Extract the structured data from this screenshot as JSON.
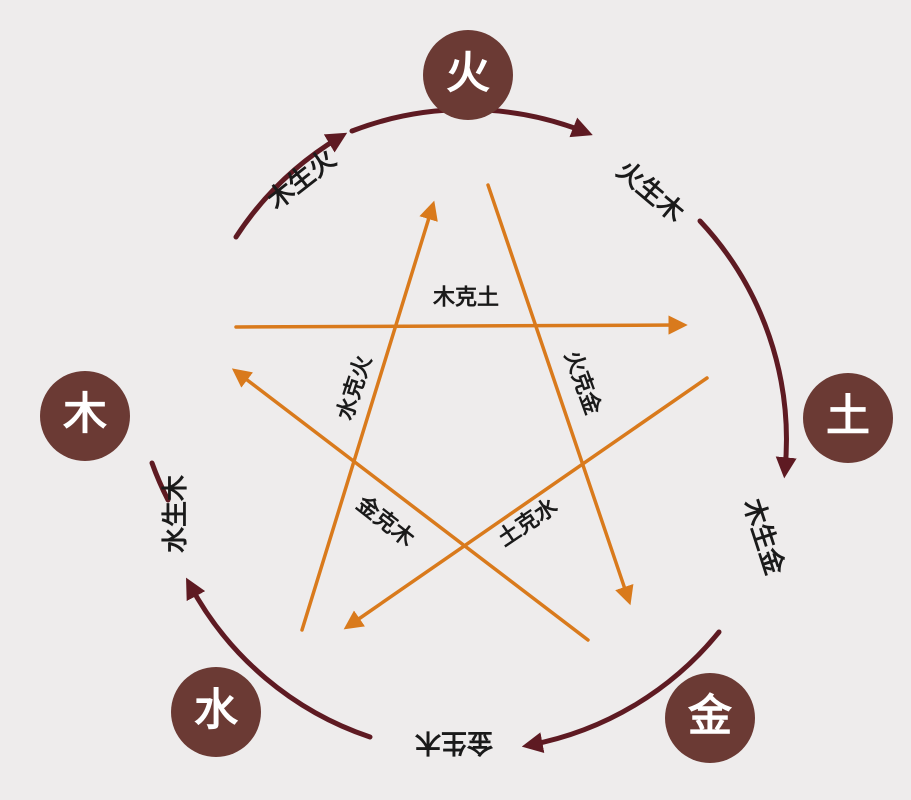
{
  "colors": {
    "background": "#eeecec",
    "node_fill": "#6b3a34",
    "cycle_arrow": "#5e1a22",
    "star_arrow": "#d97a1c",
    "label": "#1a1a1a"
  },
  "nodes": {
    "fire": "火",
    "earth": "土",
    "metal": "金",
    "water": "水",
    "wood": "木"
  },
  "generating_cycle": {
    "wood_to_fire": "木生火",
    "fire_to_earth": "火生木",
    "earth_to_metal": "木生金",
    "metal_to_water": "金生木",
    "water_to_wood": "水生木"
  },
  "controlling_cycle": {
    "wood_earth": "木克土",
    "fire_metal": "火克金",
    "earth_water": "土克水",
    "metal_wood": "金克木",
    "water_fire": "水克火"
  }
}
